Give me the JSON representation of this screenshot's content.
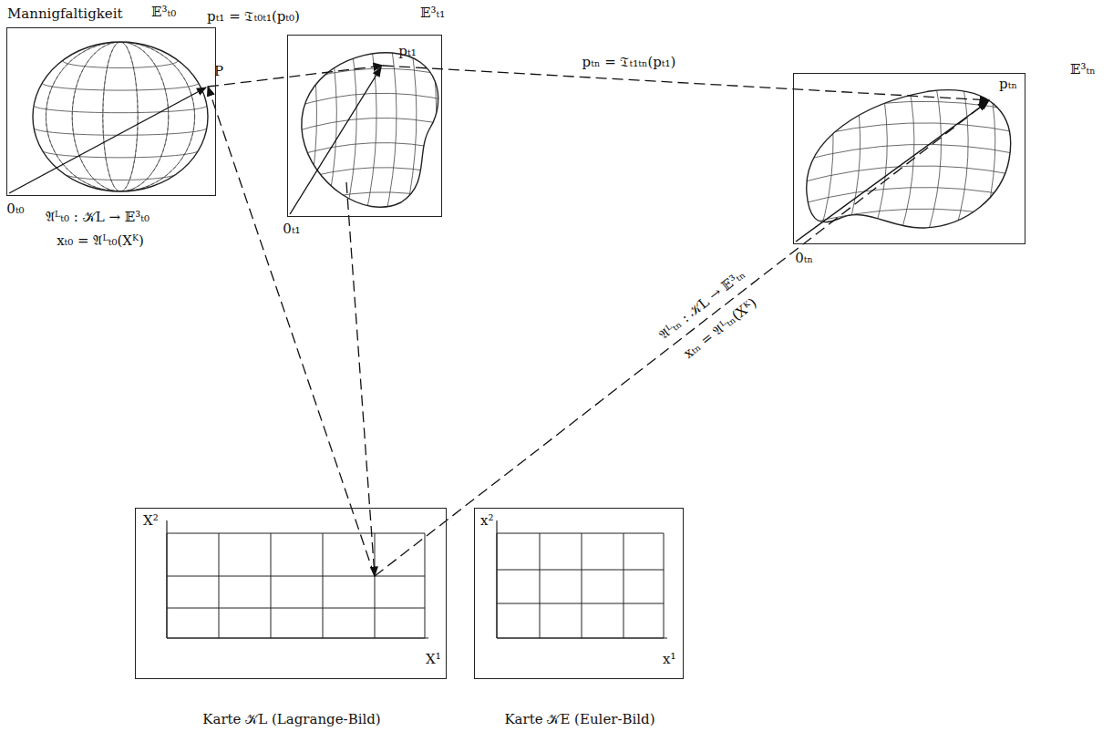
{
  "diagram": {
    "nodes": [
      {
        "text": [
          "Mannigfaltigkeit",
          "𝔼³ₜ₀"
        ]
      },
      {
        "text": [
          "𝔼³ₜ₁"
        ]
      },
      {
        "text": [
          "𝔼³ₜₙ"
        ]
      },
      {
        "text": [
          "X²",
          "X¹",
          "Karte 𝒦L (Lagrange-Bild)"
        ]
      },
      {
        "text": [
          "x²",
          "x¹",
          "Karte 𝒦E (Euler-Bild)"
        ]
      }
    ],
    "edges": [
      {
        "from": 0,
        "to": 1,
        "arrow": "to",
        "label": "pₜ₁ = 𝔗ₜ₀ₜ₁(pₜ₀)"
      },
      {
        "from": 1,
        "to": 2,
        "arrow": "to",
        "label": "pₜₙ = 𝔗ₜ₁ₜₙ(pₜ₁)"
      },
      {
        "from": 3,
        "to": 0,
        "arrow": "to"
      },
      {
        "from": 1,
        "to": 3,
        "arrow": "to"
      },
      {
        "from": 3,
        "to": 2,
        "arrow": "to"
      }
    ],
    "labels": [
      "P",
      "pₜ₁",
      "pₜₙ",
      "0ₜ₀",
      "0ₜ₁",
      "0ₜₙ",
      "𝔄ᴸₜ₀ : 𝒦L → 𝔼³ₜ₀",
      "xₜ₀ = 𝔄ᴸₜ₀(Xᴷ)",
      "𝔄ᴸₜₙ : 𝒦L → 𝔼³ₜₙ",
      "xₜₙ = 𝔄ᴸₜₙ(Xᴷ)"
    ]
  }
}
